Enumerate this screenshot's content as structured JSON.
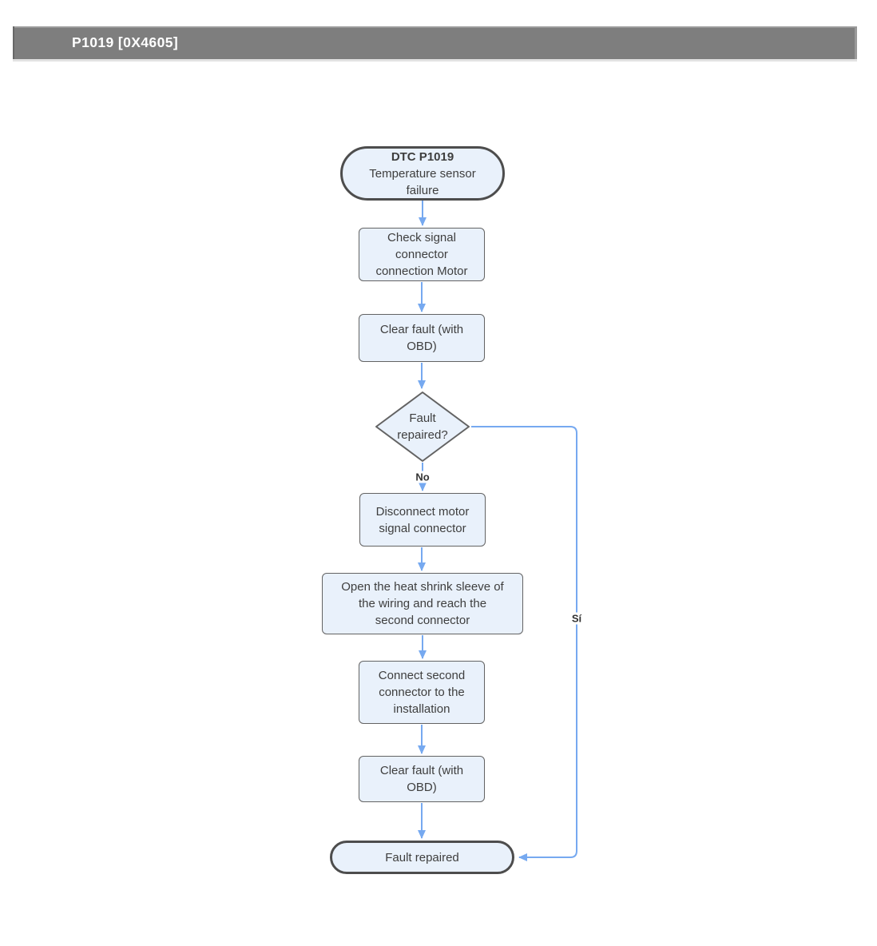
{
  "header": {
    "title": "P1019 [0X4605]"
  },
  "flowchart": {
    "nodes": {
      "start": {
        "title": "DTC P1019",
        "subtitle": "Temperature sensor\nfailure"
      },
      "check_connector": {
        "label": "Check signal\nconnector\nconnection Motor"
      },
      "clear_fault_1": {
        "label": "Clear fault (with\nOBD)"
      },
      "decision": {
        "label": "Fault\nrepaired?"
      },
      "disconnect": {
        "label": "Disconnect motor\nsignal connector"
      },
      "open_sleeve": {
        "label": "Open the heat shrink sleeve of\nthe wiring and reach the\nsecond connector"
      },
      "connect_second": {
        "label": "Connect second\nconnector to the\ninstallation"
      },
      "clear_fault_2": {
        "label": "Clear fault (with\nOBD)"
      },
      "end": {
        "label": "Fault repaired"
      }
    },
    "edge_labels": {
      "no": "No",
      "yes": "Sí"
    }
  },
  "colors": {
    "header_bg": "#7e7e7e",
    "node_fill": "#e9f1fb",
    "node_border": "#636363",
    "terminal_border": "#4d4d4d",
    "connector": "#76a9f0",
    "text": "#3e3e3e"
  }
}
